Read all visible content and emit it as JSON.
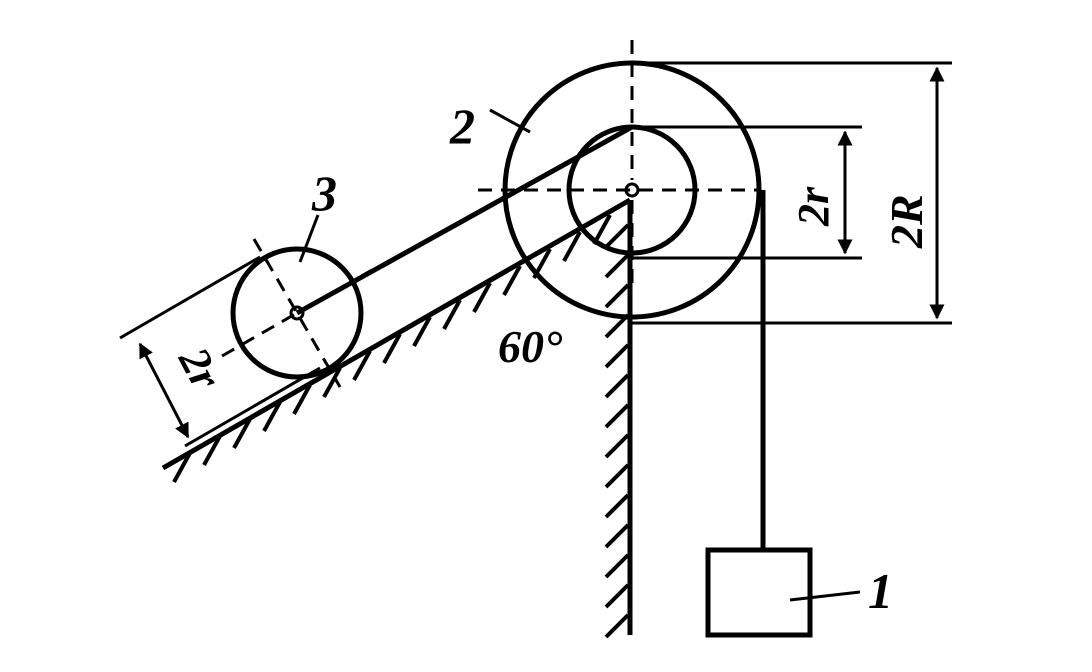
{
  "labels": {
    "body1": "1",
    "body2": "2",
    "body3": "3",
    "angle": "60°",
    "dim_outer": "2R",
    "dim_inner": "2r",
    "dim_roller": "2r"
  }
}
